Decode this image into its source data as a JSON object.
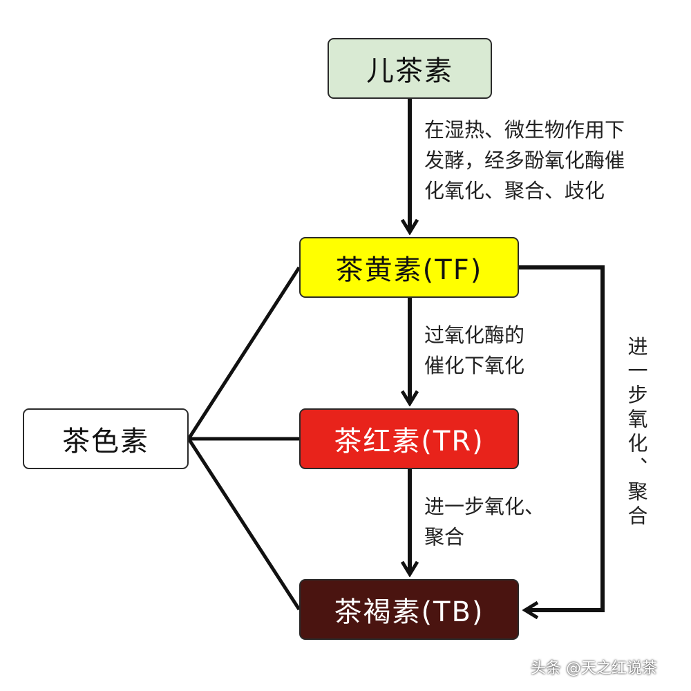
{
  "nodes": {
    "top": "儿茶素",
    "tf": "茶黄素(TF)",
    "tr": "茶红素(TR)",
    "tb": "茶褐素(TB)",
    "pigment": "茶色素"
  },
  "notes": {
    "top_to_tf": [
      "在湿热、微生物作用下",
      "发酵，经多酚氧化酶催",
      "化氧化、聚合、歧化"
    ],
    "tf_to_tr": [
      "过氧化酶的",
      "催化下氧化"
    ],
    "tr_to_tb": [
      "进一步氧化、",
      "聚合"
    ],
    "tf_to_tb": "进一步氧化、聚合"
  },
  "watermark": "头条 @天之红说茶",
  "colors": {
    "top_fill": "#d9ead3",
    "tf_fill": "#ffff00",
    "tr_fill": "#e8231b",
    "tb_fill": "#4a1410",
    "pigment_fill": "#ffffff"
  }
}
